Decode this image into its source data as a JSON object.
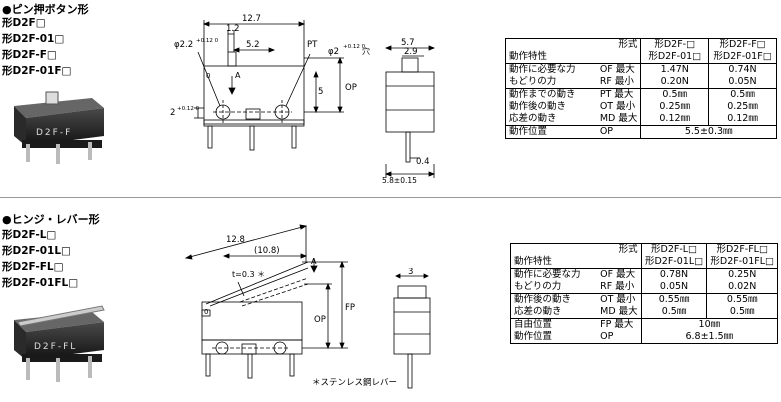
{
  "section1": {
    "title": "●ピン押ボタン形",
    "models": [
      "形D2F□",
      "形D2F-01□",
      "形D2F-F□",
      "形D2F-01F□"
    ],
    "photo_label": "D2F-F",
    "dims": {
      "d12_7": "12.7",
      "d1_2": "1.2",
      "d5_2": "5.2",
      "hole_a": "φ2.2",
      "hole_a_tol": "+0.12 0",
      "pt": "PT",
      "hole_b": "φ2",
      "hole_b_tol": "+0.12 0",
      "hole_b_unit": "穴",
      "a": "A",
      "op": "OP",
      "d2": "2",
      "d2_tol": "+0.12 0",
      "d5": "5",
      "d5_7": "5.7",
      "d2_9": "2.9",
      "d0_4": "0.4",
      "d5_8": "5.8±0.15"
    },
    "table": {
      "hdr_type": "形式",
      "hdr_char": "動作特性",
      "col1": [
        "形D2F-□",
        "形D2F-01□"
      ],
      "col2": [
        "形D2F-F□",
        "形D2F-01F□"
      ],
      "g1": {
        "labels": [
          "動作に必要な力",
          "もどりの力"
        ],
        "syms": [
          "OF 最大",
          "RF 最小"
        ],
        "v1": [
          "1.47N",
          "0.20N"
        ],
        "v2": [
          "0.74N",
          "0.05N"
        ]
      },
      "g2": {
        "labels": [
          "動作までの動き",
          "動作後の動き",
          "応差の動き"
        ],
        "syms": [
          "PT 最大",
          "OT 最小",
          "MD 最大"
        ],
        "v1": [
          "0.5㎜",
          "0.25㎜",
          "0.12㎜"
        ],
        "v2": [
          "0.5㎜",
          "0.25㎜",
          "0.12㎜"
        ]
      },
      "g3": {
        "label": "動作位置",
        "sym": "OP",
        "value": "5.5±0.3㎜"
      }
    }
  },
  "section2": {
    "title": "●ヒンジ・レバー形",
    "models": [
      "形D2F-L□",
      "形D2F-01L□",
      "形D2F-FL□",
      "形D2F-01FL□"
    ],
    "photo_label": "D2F-FL",
    "dims": {
      "d12_8": "12.8",
      "d10_8": "(10.8)",
      "t": "t=0.3 ＊",
      "a": "A",
      "fp": "FP",
      "op": "OP",
      "d3": "3"
    },
    "note": "＊ステンレス鋼レバー",
    "table": {
      "hdr_type": "形式",
      "hdr_char": "動作特性",
      "col1": [
        "形D2F-L□",
        "形D2F-01L□"
      ],
      "col2": [
        "形D2F-FL□",
        "形D2F-01FL□"
      ],
      "g1": {
        "labels": [
          "動作に必要な力",
          "もどりの力"
        ],
        "syms": [
          "OF 最大",
          "RF 最小"
        ],
        "v1": [
          "0.78N",
          "0.05N"
        ],
        "v2": [
          "0.25N",
          "0.02N"
        ]
      },
      "g2": {
        "labels": [
          "動作後の動き",
          "応差の動き"
        ],
        "syms": [
          "OT 最小",
          "MD 最大"
        ],
        "v1": [
          "0.55㎜",
          "0.5㎜"
        ],
        "v2": [
          "0.55㎜",
          "0.5㎜"
        ]
      },
      "g3": {
        "labels": [
          "自由位置",
          "動作位置"
        ],
        "syms": [
          "FP 最大",
          "OP"
        ],
        "values": [
          "10㎜",
          "6.8±1.5㎜"
        ]
      }
    }
  }
}
